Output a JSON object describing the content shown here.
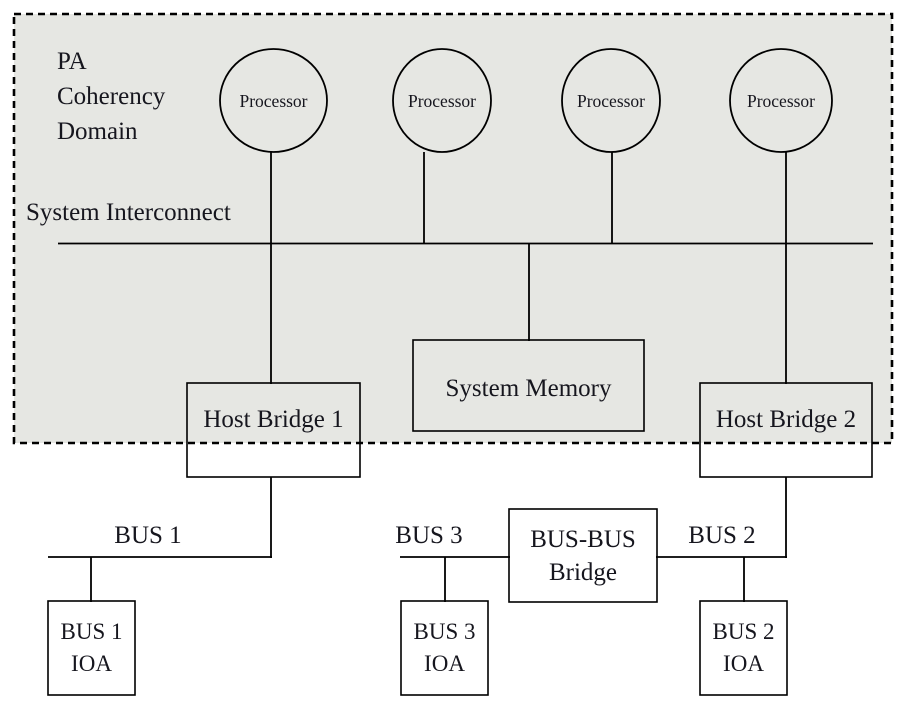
{
  "diagram": {
    "title_label": "PA Coherency Domain",
    "domain": {
      "line1": "PA",
      "line2": "Coherency",
      "line3": "Domain",
      "fill_color": "#e6e7e3",
      "border_style": "dashed"
    },
    "interconnect": {
      "label": "System Interconnect"
    },
    "processors": [
      {
        "label": "Processor"
      },
      {
        "label": "Processor"
      },
      {
        "label": "Processor"
      },
      {
        "label": "Processor"
      }
    ],
    "memory": {
      "label": "System Memory"
    },
    "host_bridges": [
      {
        "label": "Host Bridge 1"
      },
      {
        "label": "Host Bridge 2"
      }
    ],
    "buses": [
      {
        "label": "BUS 1"
      },
      {
        "label": "BUS 3"
      },
      {
        "label": "BUS 2"
      }
    ],
    "bus_bridge": {
      "line1": "BUS-BUS",
      "line2": "Bridge"
    },
    "ioas": [
      {
        "line1": "BUS 1",
        "line2": "IOA"
      },
      {
        "line1": "BUS 3",
        "line2": "IOA"
      },
      {
        "line1": "BUS 2",
        "line2": "IOA"
      }
    ]
  }
}
